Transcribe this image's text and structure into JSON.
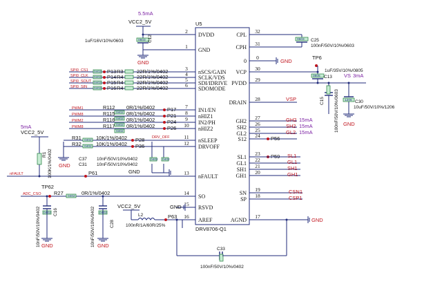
{
  "ic": {
    "ref": "U5",
    "part": "DRV8706-Q1",
    "left_pins": [
      {
        "num": "2",
        "name": "DVDD"
      },
      {
        "num": "1",
        "name": "GND"
      },
      {
        "num": "3",
        "name": "nSCS/GAIN"
      },
      {
        "num": "4",
        "name": "SCLK/VDS"
      },
      {
        "num": "5",
        "name": "SDI/IDRIVE"
      },
      {
        "num": "6",
        "name": "SDOMODE"
      },
      {
        "num": "7",
        "name": "IN1/EN"
      },
      {
        "num": "8",
        "name": "nHIZ1"
      },
      {
        "num": "9",
        "name": "IN2/PH"
      },
      {
        "num": "10",
        "name": "nHIZ2"
      },
      {
        "num": "11",
        "name": "nSLEEP"
      },
      {
        "num": "12",
        "name": "DRVOFF"
      },
      {
        "num": "13",
        "name": "nFAULT"
      },
      {
        "num": "14",
        "name": "SO"
      },
      {
        "num": "15",
        "name": "RSVD"
      },
      {
        "num": "16",
        "name": "AREF"
      }
    ],
    "right_pins": [
      {
        "num": "32",
        "name": "CPL"
      },
      {
        "num": "31",
        "name": "CPH"
      },
      {
        "num": "0",
        "name": "0"
      },
      {
        "num": "30",
        "name": "VCP"
      },
      {
        "num": "29",
        "name": "PVDD"
      },
      {
        "num": "28",
        "name": "DRAIN"
      },
      {
        "num": "27",
        "name": "GH2"
      },
      {
        "num": "26",
        "name": "SH2"
      },
      {
        "num": "25",
        "name": "GL2"
      },
      {
        "num": "24",
        "name": "S12"
      },
      {
        "num": "23",
        "name": "SL1"
      },
      {
        "num": "22",
        "name": "GL1"
      },
      {
        "num": "21",
        "name": "SH1"
      },
      {
        "num": "20",
        "name": "GH1"
      },
      {
        "num": "19",
        "name": "SN"
      },
      {
        "num": "18",
        "name": "SP"
      },
      {
        "num": "17",
        "name": "AGND"
      }
    ]
  },
  "power": {
    "current_top": "5.5mA",
    "vcc_top": "VCC2_5V",
    "c12_ref": "C12",
    "c12_value": "1uF/16V/10%/0603",
    "c12_box": "0603",
    "gnd": "GND",
    "vcc_left_current": "5mA",
    "vcc_left": "VCC2_5V",
    "vcc_bottom": "VCC2_5V",
    "vs_label": "VS",
    "vs_current": "3mA"
  },
  "spi": [
    {
      "net": "SPI0_CS1",
      "box": "0402",
      "tp": "P13",
      "res": "R3",
      "value": "22R/1%/0402"
    },
    {
      "net": "SPI0_CLK",
      "box": "0402",
      "tp": "P14",
      "res": "R4",
      "value": "22R/1%/0402"
    },
    {
      "net": "SPI0_SOUT",
      "box": "0402",
      "tp": "P15",
      "res": "R4",
      "value": "22R/1%/0402"
    },
    {
      "net": "SPI0_SIN",
      "box": "0402",
      "tp": "P16",
      "res": "R4",
      "value": "22R/1%/0402"
    }
  ],
  "pwm": [
    {
      "net": "PWM1",
      "res": "R112",
      "value": "0R/1%/0402",
      "box": "0402",
      "tp": "P17"
    },
    {
      "net": "PWM8",
      "res": "R115",
      "value": "0R/1%/0402",
      "box": "0402",
      "tp": "P21"
    },
    {
      "net": "PWM2",
      "res": "R116",
      "value": "0R/1%/0402",
      "box": "0402",
      "tp": "P24"
    },
    {
      "net": "PWM8",
      "res": "R117",
      "value": "0R/1%/0402",
      "box": "0402",
      "tp": "P26"
    }
  ],
  "sleep": [
    {
      "res": "R31",
      "value": "10K/1%/0402",
      "box": "0402",
      "tp": "P28"
    },
    {
      "res": "R32",
      "value": "10K/1%/0402",
      "box": "0402",
      "tp": "P36"
    }
  ],
  "drv_off": "DRV_OFF",
  "r1": {
    "ref": "R1",
    "value": "100K/1%/0402",
    "box": "0402"
  },
  "c37": {
    "ref": "C37",
    "value": "10nF/50V/10%/0402"
  },
  "c31": {
    "ref": "C31",
    "value": "10nF/50V/10%/0402"
  },
  "c_small_boxes": [
    "0402",
    "0402"
  ],
  "nfault": {
    "net": "nFAULT",
    "tp": "P61"
  },
  "so": {
    "tp": "TP62",
    "net": "ADC_CSO",
    "res": "R27",
    "value": "0R/1%/0402",
    "box": "0402",
    "c16_ref": "C16",
    "c16_value": "10nF/50V/10%/0402",
    "c16_box": "0402",
    "c28_ref": "C28",
    "c28_value": "10nF/50V/10%/0402",
    "c28_box": "0402"
  },
  "l2": {
    "ref": "L2",
    "value": "100nR/1A/60R/25%",
    "tp": "P63"
  },
  "c25": {
    "ref": "C25",
    "value": "100nF/50V/10%/0603",
    "box": "0603"
  },
  "tp6": "TP6",
  "c13": {
    "ref": "C13",
    "value": "1uF/35V/10%/0805",
    "box": "0805"
  },
  "c15": {
    "ref": "C15",
    "value": "100nF/50V/10%/0603",
    "box": "0603"
  },
  "c30": {
    "ref": "C30",
    "value": "10uF/50V/10%/1206",
    "box": "1206"
  },
  "vsp": "VSP",
  "gates": [
    {
      "net": "GH2",
      "current": "15mA"
    },
    {
      "net": "SH2",
      "current": "15mA"
    },
    {
      "net": "GL2",
      "current": "15mA"
    }
  ],
  "s12_tp": "P56",
  "sl1_tp": "P59",
  "nets_right": [
    "SL1",
    "GL1",
    "SH1",
    "GH1"
  ],
  "cs_nets": [
    "CSN1",
    "CSP1"
  ],
  "c33": {
    "ref": "C33",
    "value": "100nF/50V/10%/0402",
    "box": "0402"
  }
}
